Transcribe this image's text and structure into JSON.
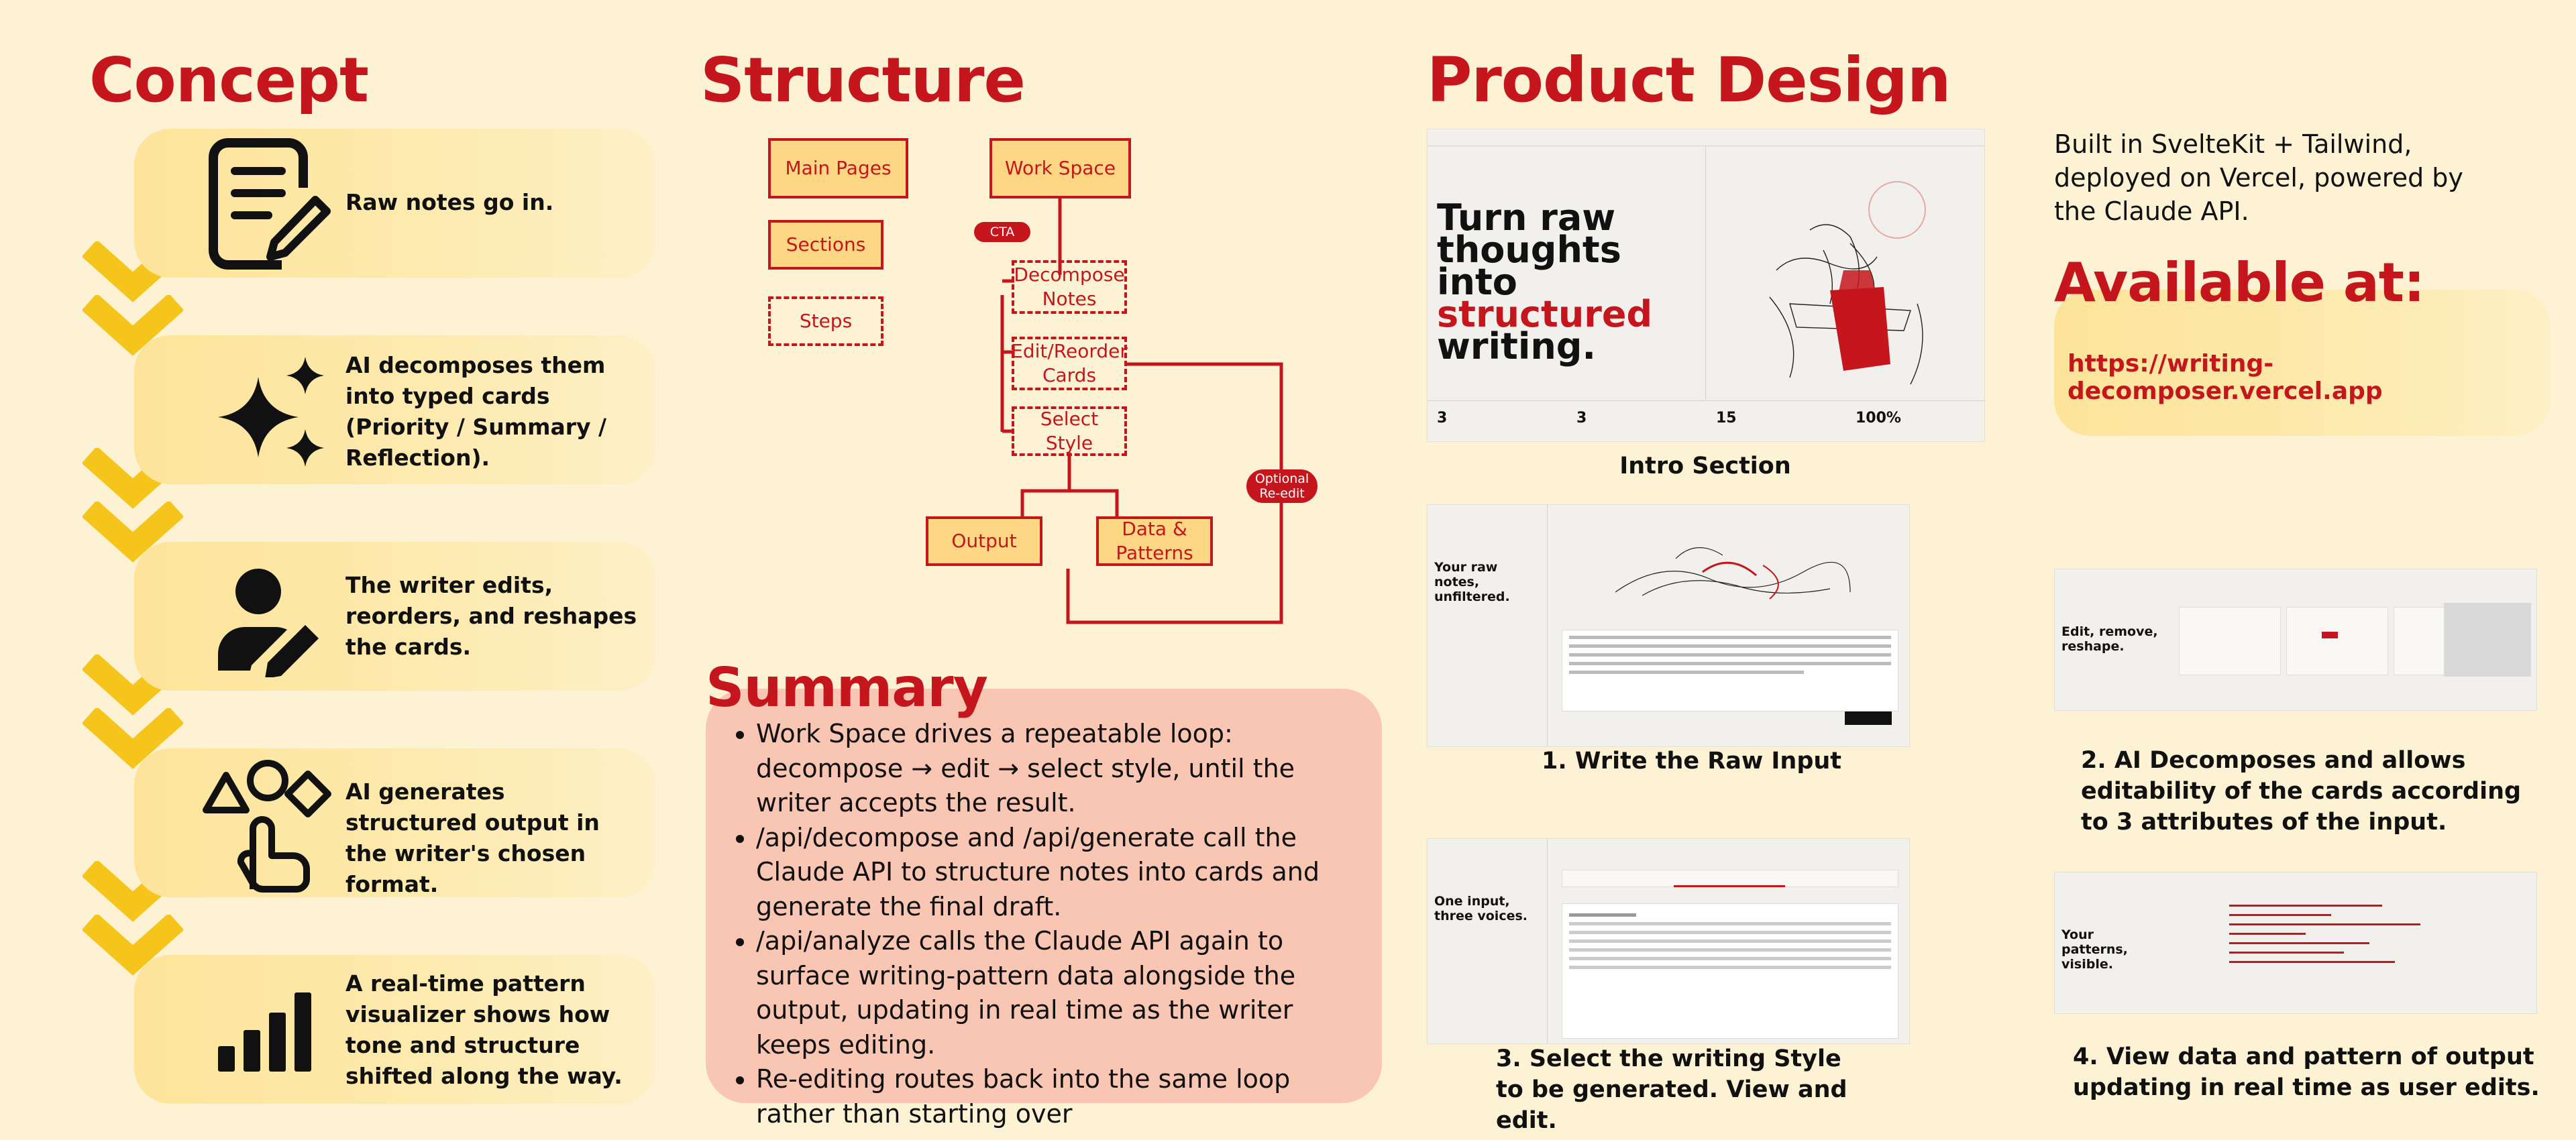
{
  "concept": {
    "title": "Concept",
    "steps": [
      {
        "icon": "note-pencil-icon",
        "text": "Raw notes go in."
      },
      {
        "icon": "sparkle-icon",
        "text": "AI decomposes them into typed cards (Priority / Summary / Reflection)."
      },
      {
        "icon": "user-edit-icon",
        "text": "The writer edits, reorders, and reshapes the cards."
      },
      {
        "icon": "shapes-hand-icon",
        "text": "AI generates structured output in the writer's chosen format."
      },
      {
        "icon": "bar-chart-icon",
        "text": "A real-time pattern visualizer shows how tone and structure shifted along the way."
      }
    ]
  },
  "structure": {
    "title": "Structure",
    "legend": {
      "main_pages": "Main Pages",
      "sections": "Sections",
      "steps": "Steps"
    },
    "workspace": "Work Space",
    "cta": "CTA",
    "decompose": "Decompose Notes",
    "edit_reorder": "Edit/Reorder Cards",
    "select_style": "Select Style",
    "output": "Output",
    "data_patterns": "Data & Patterns",
    "optional": "Optional Re-edit"
  },
  "summary": {
    "title": "Summary",
    "bullets": [
      "Work Space drives a repeatable loop: decompose → edit → select style, until the writer accepts the result.",
      "/api/decompose and /api/generate call the Claude API to structure notes into cards and generate the final draft.",
      "/api/analyze calls the Claude API again to surface writing-pattern data alongside the output, updating in real time as the writer keeps editing.",
      "Re-editing routes back into the same loop rather than starting over"
    ]
  },
  "product": {
    "title": "Product Design",
    "built": "Built in SvelteKit + Tailwind, deployed on Vercel, powered by the Claude API.",
    "available_title": "Available at:",
    "url": "https://writing-decomposer.vercel.app",
    "intro": {
      "headline_1": "Turn raw thoughts into",
      "headline_accent": "structured",
      "headline_2": "writing.",
      "stats": [
        "3",
        "3",
        "15",
        "100%"
      ],
      "caption": "Intro Section"
    },
    "raw_input": {
      "heading": "Your raw notes, unfiltered.",
      "caption": "1. Write the Raw Input"
    },
    "decompose": {
      "heading": "Edit, remove, reshape.",
      "caption": "2. AI Decomposes and allows editability of the cards according to 3 attributes of the input."
    },
    "style": {
      "heading": "One input, three voices.",
      "caption": "3. Select the writing Style to be generated. View and edit."
    },
    "patterns": {
      "heading": "Your patterns, visible.",
      "caption": "4. View data and pattern of output updating in real time as user edits."
    }
  },
  "colors": {
    "accent": "#c4161c",
    "background": "#fdf3d4",
    "card": "#fde49a",
    "summary_bg": "#f9c6b3",
    "chevron": "#f6c51b"
  }
}
